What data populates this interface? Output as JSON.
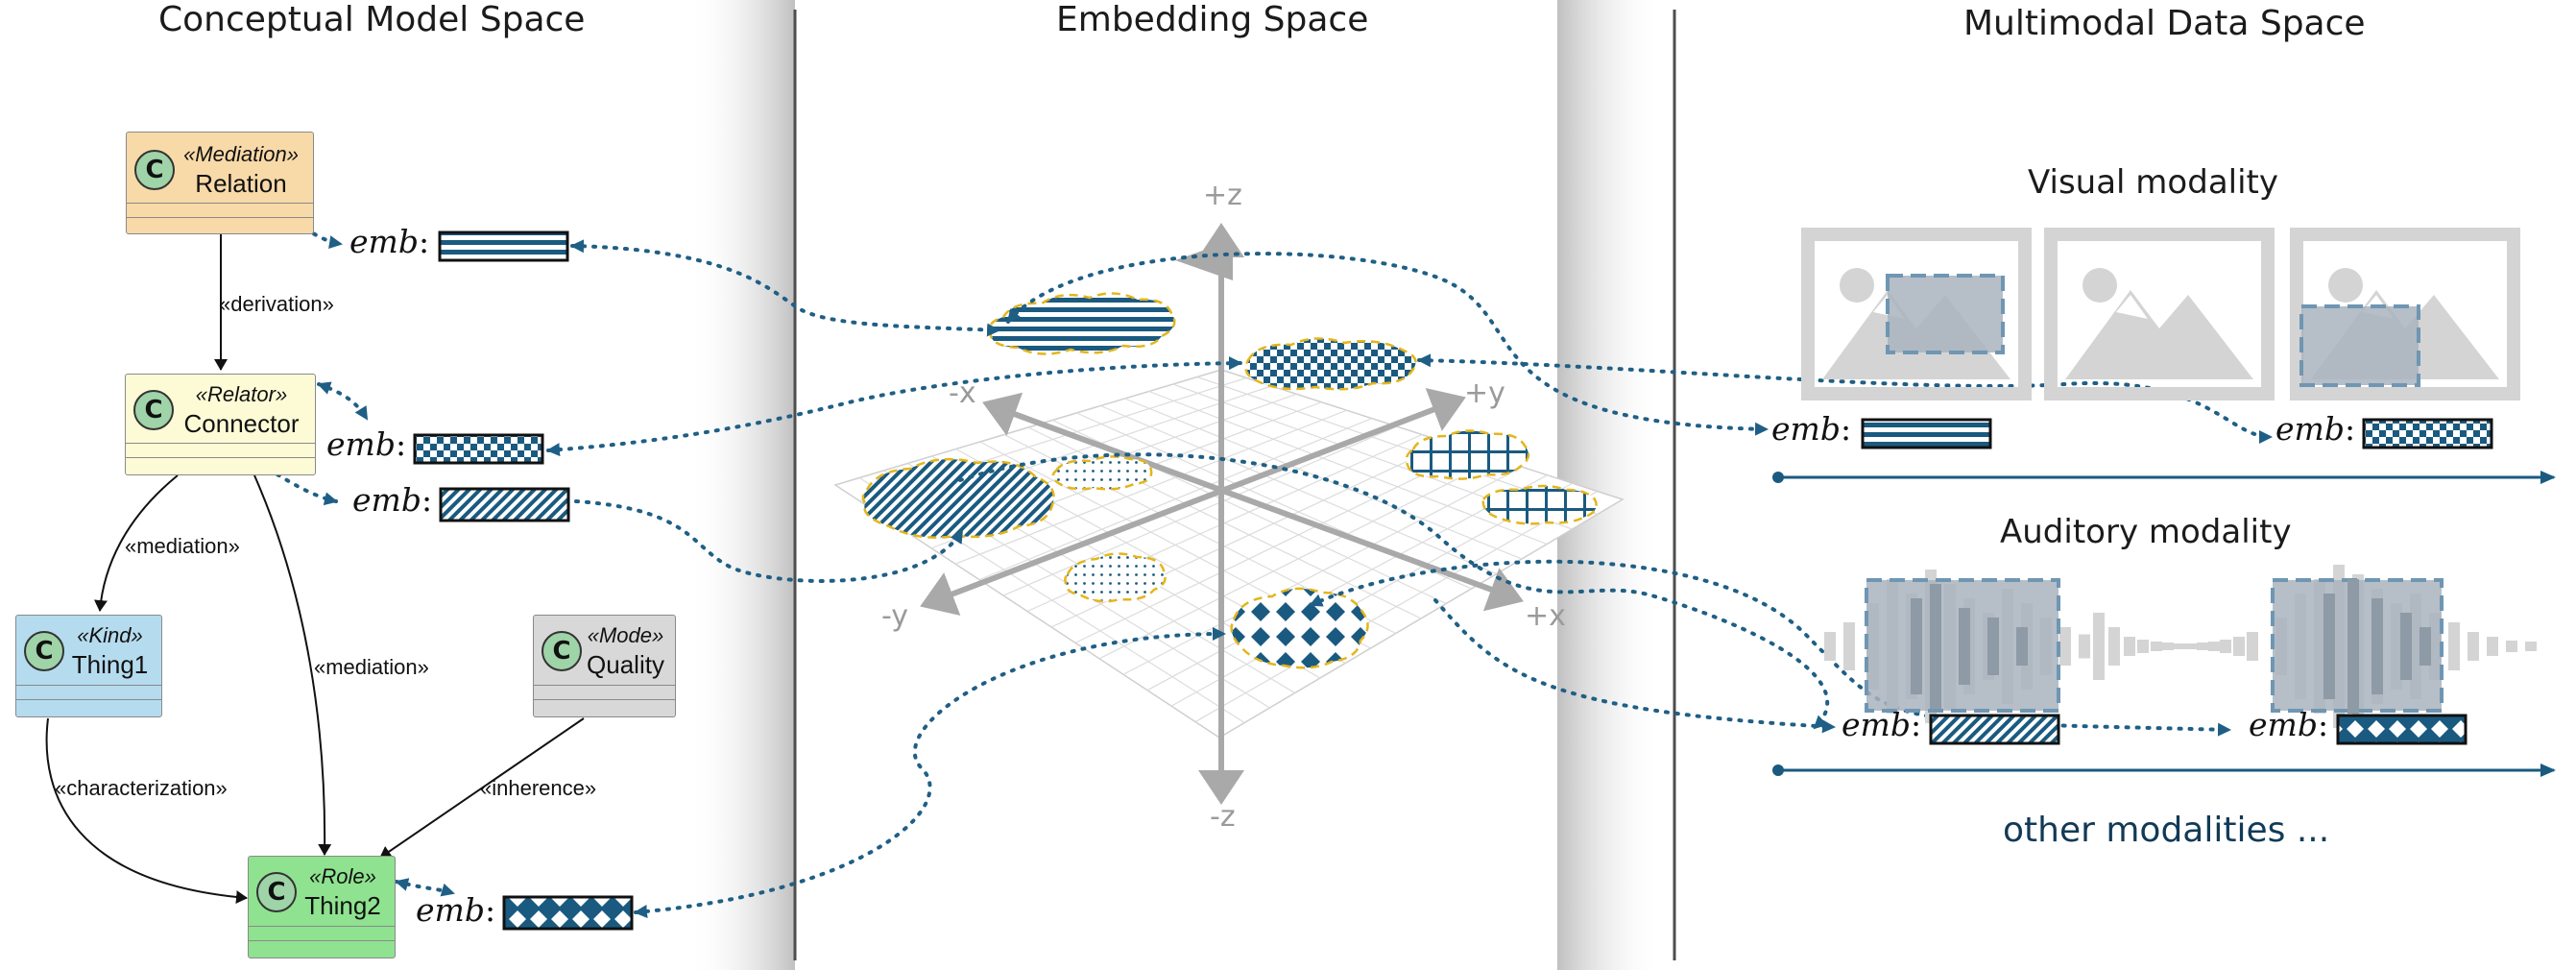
{
  "sections": {
    "conceptual": "Conceptual Model Space",
    "embedding": "Embedding Space",
    "multimodal": "Multimodal Data Space"
  },
  "classes": {
    "relation": {
      "stereotype": "«Mediation»",
      "name": "Relation",
      "icon": "C"
    },
    "connector": {
      "stereotype": "«Relator»",
      "name": "Connector",
      "icon": "C"
    },
    "thing1": {
      "stereotype": "«Kind»",
      "name": "Thing1",
      "icon": "C"
    },
    "quality": {
      "stereotype": "«Mode»",
      "name": "Quality",
      "icon": "C"
    },
    "thing2": {
      "stereotype": "«Role»",
      "name": "Thing2",
      "icon": "C"
    }
  },
  "relations": {
    "derivation": "«derivation»",
    "mediation_left": "«mediation»",
    "mediation_right": "«mediation»",
    "characterization": "«characterization»",
    "inherence": "«inherence»"
  },
  "emb_label": "emb",
  "axes": {
    "pz": "+z",
    "nz": "-z",
    "px": "+x",
    "nx": "-x",
    "py": "+y",
    "ny": "-y"
  },
  "modalities": {
    "visual": "Visual modality",
    "auditory": "Auditory modality",
    "other": "other modalities ..."
  },
  "colors": {
    "navy": "#1a5a80",
    "link": "#1f5f85",
    "cloud_outline": "#e4b51c",
    "relation_fill": "#f8d9a8",
    "connector_fill": "#fdfbd6",
    "thing1_fill": "#b5dbee",
    "quality_fill": "#d8d8d8",
    "thing2_fill": "#8fe28f",
    "media_gray": "#d4d4d4",
    "media_box": "#a9b3bd",
    "media_dash": "#6f96b3"
  }
}
